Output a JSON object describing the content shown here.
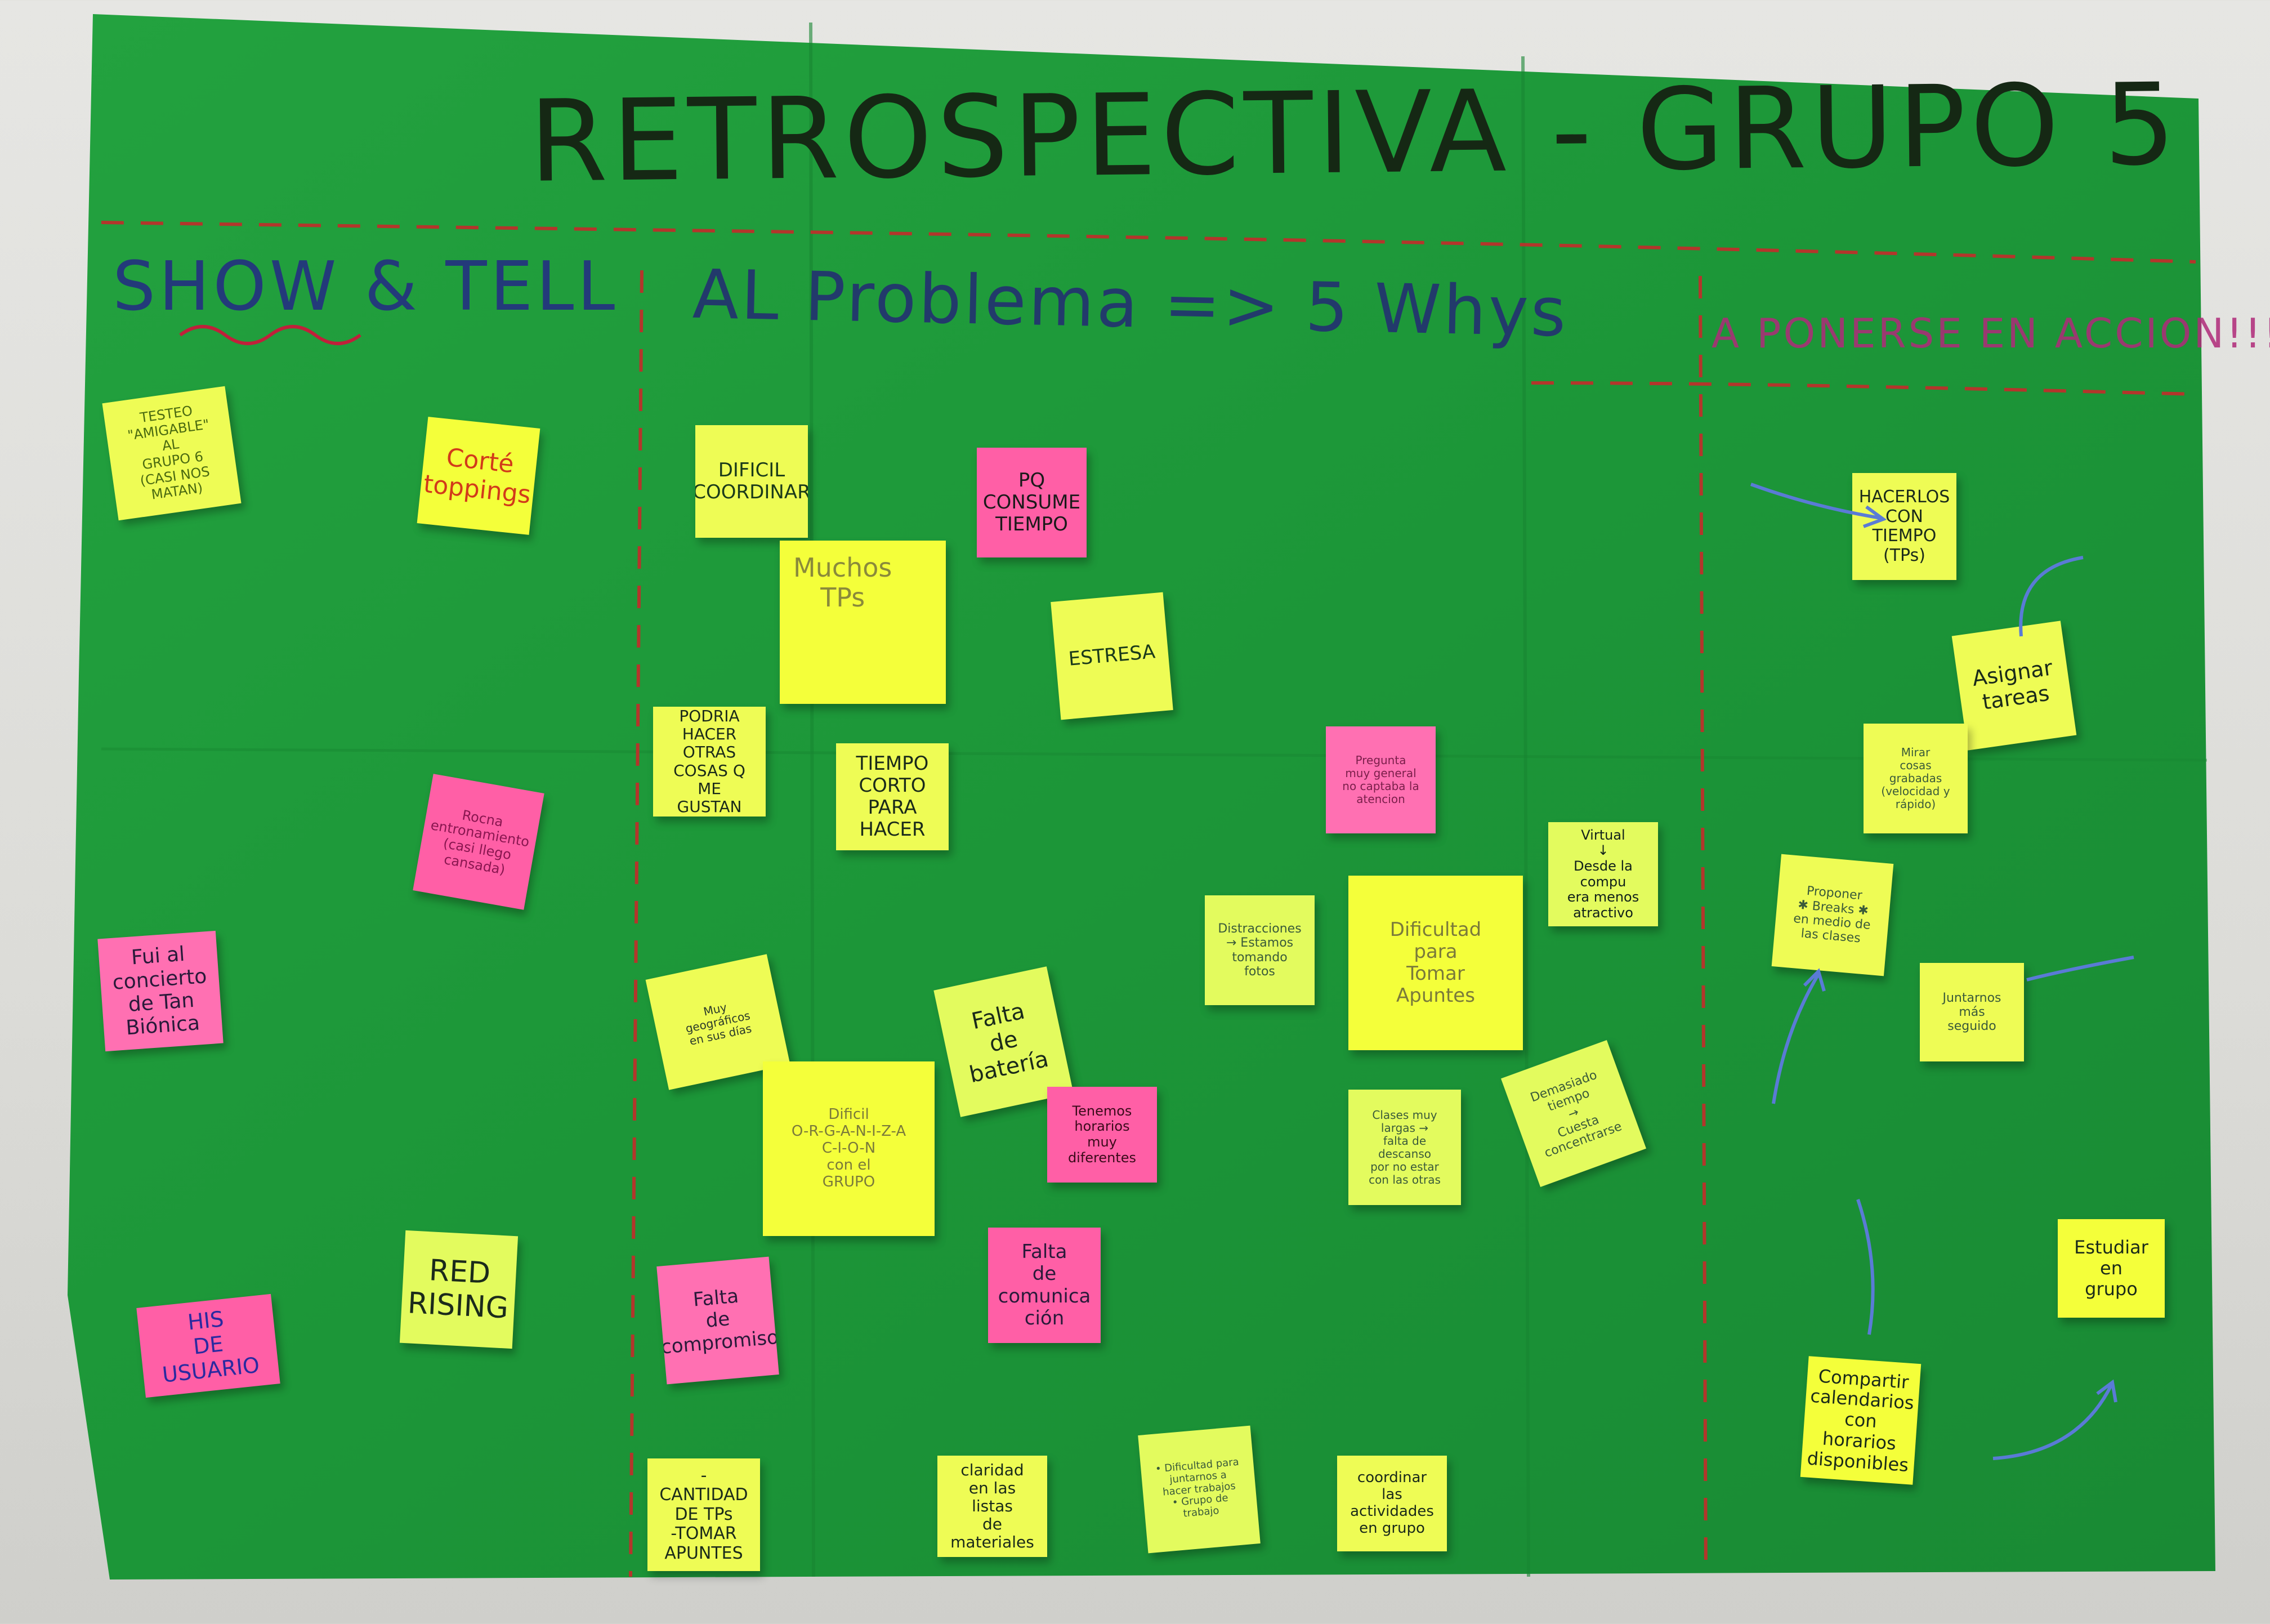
{
  "board": {
    "title": "RETROSPECTIVA - GRUPO 5",
    "columns": [
      {
        "heading": "SHOW & TELL"
      },
      {
        "heading": "AL Problema => 5 Whys"
      },
      {
        "heading": "A PONERSE EN ACCION!!!"
      }
    ],
    "colors": {
      "paper": "#1f9a3a",
      "sticky_yellow": "#eefc55",
      "sticky_pink": "#ff5fa6",
      "marker_dark": "#152814",
      "dash_red": "#b3362b"
    }
  },
  "notes": {
    "show_tell": [
      {
        "text": "TESTEO\n\"AMIGABLE\" AL\nGRUPO 6\n(CASI NOS MATAN)",
        "color": "yellow"
      },
      {
        "text": "Corté\ntoppings",
        "color": "yellow"
      },
      {
        "text": "Rocna\nentronamiento\n(casi llego\ncansada)",
        "color": "pink"
      },
      {
        "text": "Fui al\nconcierto\nde Tan\nBiónica",
        "color": "pink"
      },
      {
        "text": "RED\nRISING",
        "color": "yellow"
      },
      {
        "text": "HIS\nDE USUARIO",
        "color": "pink"
      }
    ],
    "whys": [
      {
        "text": "DIFICIL\nCOORDINAR",
        "color": "yellow"
      },
      {
        "text": "PQ\nCONSUME\nTIEMPO",
        "color": "pink"
      },
      {
        "text": "Muchos\nTPs",
        "color": "yellow"
      },
      {
        "text": "ESTRESA",
        "color": "yellow"
      },
      {
        "text": "PODRIA\nHACER\nOTRAS\nCOSAS Q\nME GUSTAN",
        "color": "yellow"
      },
      {
        "text": "TIEMPO\nCORTO\nPARA\nHACER",
        "color": "yellow"
      },
      {
        "text": "Pregunta\nmuy general\nno captaba la\natencion",
        "color": "pink"
      },
      {
        "text": "Virtual\n↓\nDesde la compu\nera menos\natractivo",
        "color": "yellow"
      },
      {
        "text": "Distracciones\n→ Estamos\ntomando\nfotos",
        "color": "yellow"
      },
      {
        "text": "Dificultad\npara\nTomar\nApuntes",
        "color": "yellow"
      },
      {
        "text": "Muy\ngeográficos\nen sus días",
        "color": "yellow"
      },
      {
        "text": "Falta\nde\nbatería",
        "color": "yellow"
      },
      {
        "text": "Dificil\nO-R-G-A-N-I-Z-A\nC-I-O-N\ncon el\nGRUPO",
        "color": "yellow"
      },
      {
        "text": "Tenemos\nhorarios\nmuy\ndiferentes",
        "color": "pink"
      },
      {
        "text": "Clases muy\nlargas →\nfalta de descanso\npor no estar\ncon las otras",
        "color": "yellow"
      },
      {
        "text": "Demasiado\ntiempo\n→\nCuesta\nconcentrarse",
        "color": "yellow"
      },
      {
        "text": "Falta\nde\ncompromiso",
        "color": "pink"
      },
      {
        "text": "Falta\nde\ncomunica\nción",
        "color": "pink"
      },
      {
        "text": "-CANTIDAD\nDE TPs\n-TOMAR\nAPUNTES",
        "color": "yellow"
      },
      {
        "text": "claridad\nen las listas\nde materiales",
        "color": "yellow"
      },
      {
        "text": "• Dificultad para\njuntarnos a\nhacer trabajos\n• Grupo de trabajo",
        "color": "yellow"
      },
      {
        "text": "coordinar las\nactividades\nen grupo",
        "color": "yellow"
      }
    ],
    "action": [
      {
        "text": "HACERLOS\nCON\nTIEMPO\n(TPs)",
        "color": "yellow"
      },
      {
        "text": "Asignar\ntareas",
        "color": "yellow"
      },
      {
        "text": "Mirar\ncosas grabadas\n(velocidad y\nrápido)",
        "color": "yellow"
      },
      {
        "text": "Proponer\n✱ Breaks ✱\nen medio de\nlas clases",
        "color": "yellow"
      },
      {
        "text": "Juntarnos\nmás seguido",
        "color": "yellow"
      },
      {
        "text": "Estudiar\nen\ngrupo",
        "color": "yellow"
      },
      {
        "text": "Compartir\ncalendarios\ncon horarios\ndisponibles",
        "color": "yellow"
      }
    ]
  }
}
